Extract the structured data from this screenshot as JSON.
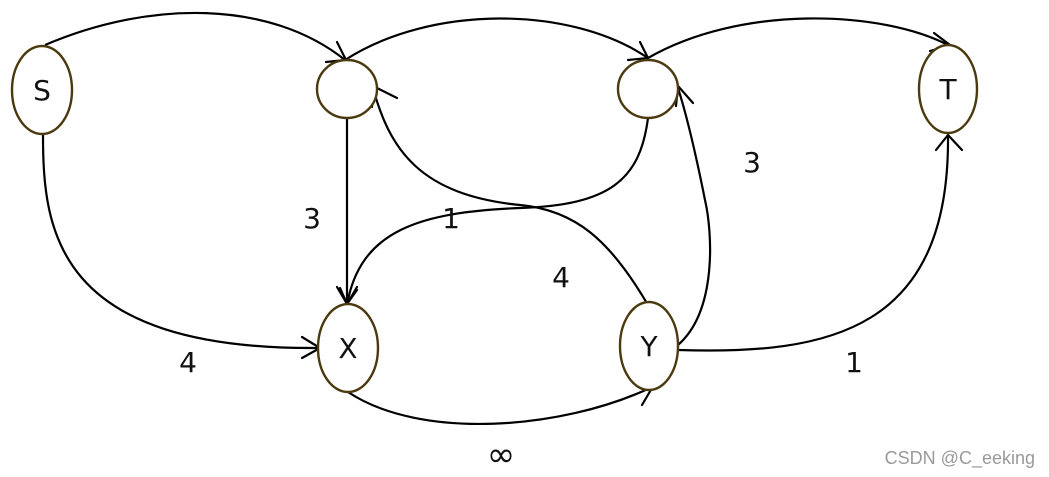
{
  "nodes": {
    "s": "S",
    "a": "",
    "b": "",
    "t": "T",
    "x": "X",
    "y": "Y"
  },
  "edges": {
    "a_x": "3",
    "b_x": "1",
    "y_a": "4",
    "y_b": "3",
    "s_x": "4",
    "y_t": "1",
    "x_y": "∞"
  },
  "watermark": "CSDN @C_eeking"
}
